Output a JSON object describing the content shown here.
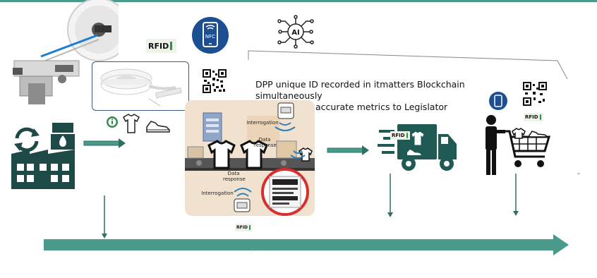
{
  "caption": {
    "line1": "DPP unique ID recorded in itmatters Blockchain simultaneously",
    "line2": "to guarantee accurate metrics to Legislator"
  },
  "badges": {
    "rfid_top": "RFID",
    "rfid_truck": "RFID",
    "rfid_consumer": "RFID",
    "rfid_bottom": "RFID",
    "nfc": "NFC",
    "ai": "AI"
  },
  "scene": {
    "interrogation_top": "Interrogation",
    "data_response_top": "Data response",
    "data_response_bottom": "Data response",
    "interrogation_bottom": "Interrogation"
  },
  "colors": {
    "teal": "#1f5a55",
    "teal_arrow": "#4a9a8c",
    "factory": "#1d4a47",
    "panel_beige": "#f1e2cf",
    "highlight_red": "#d82e2e",
    "nfc_blue": "#1c4e92"
  },
  "icons": [
    "labeling-machine-photo",
    "rfid-tag-roll-photo",
    "info-icon",
    "tshirt-icon",
    "sneaker-icon",
    "factory-recycle-icon",
    "nfc-phone-icon",
    "qr-code-icon",
    "ai-chip-icon",
    "rfid-reader-scene",
    "delivery-truck-icon",
    "shopper-cart-icon"
  ]
}
